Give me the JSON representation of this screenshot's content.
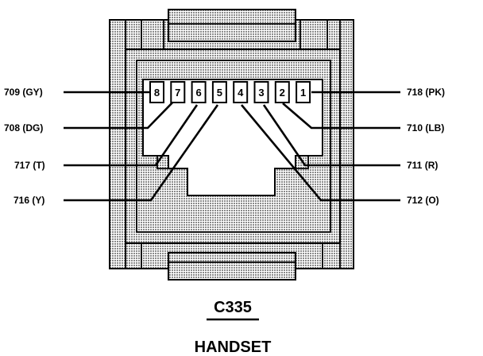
{
  "connector": {
    "id": "C335",
    "name": "HANDSET",
    "pins": [
      "8",
      "7",
      "6",
      "5",
      "4",
      "3",
      "2",
      "1"
    ]
  },
  "wires": {
    "left": [
      "709 (GY)",
      "708 (DG)",
      "717 (T)",
      "716 (Y)"
    ],
    "right": [
      "718 (PK)",
      "710 (LB)",
      "711 (R)",
      "712 (O)"
    ]
  },
  "colors": {
    "fill": "#c4c4c4",
    "ink": "#000000"
  }
}
